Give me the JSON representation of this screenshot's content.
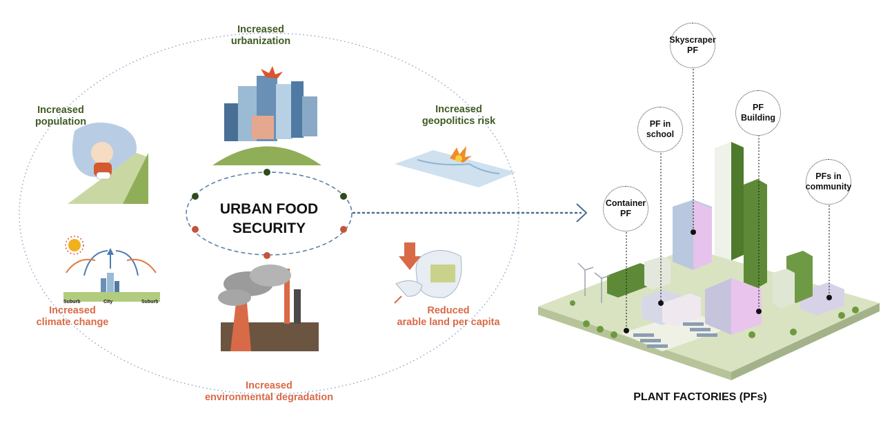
{
  "center": {
    "line1": "URBAN FOOD",
    "line2": "SECURITY"
  },
  "drivers": [
    {
      "id": "urbanization",
      "line1": "Increased",
      "line2": "urbanization"
    },
    {
      "id": "population",
      "line1": "Increased",
      "line2": "population"
    },
    {
      "id": "geopolitics",
      "line1": "Increased",
      "line2": "geopolitics risk"
    },
    {
      "id": "climate",
      "line1": "Increased",
      "line2": "climate change"
    },
    {
      "id": "arable",
      "line1": "Reduced",
      "line2": "arable land per capita"
    },
    {
      "id": "environment",
      "line1": "Increased",
      "line2": "environmental degradation"
    }
  ],
  "climate_scale": {
    "left": "Suburb",
    "middle": "City",
    "right": "Suburb"
  },
  "plant_factories": {
    "title": "PLANT FACTORIES (PFs)",
    "callouts": [
      {
        "line1": "Skyscraper",
        "line2": "PF"
      },
      {
        "line1": "PF in",
        "line2": "school"
      },
      {
        "line1": "PF",
        "line2": "Building"
      },
      {
        "line1": "PFs in",
        "line2": "community"
      },
      {
        "line1": "Container",
        "line2": "PF"
      }
    ]
  },
  "colors": {
    "green": "#3e5a21",
    "orange": "#d96a47",
    "ellipse": "#5a7fa8",
    "arrow": "#4b6a92"
  }
}
